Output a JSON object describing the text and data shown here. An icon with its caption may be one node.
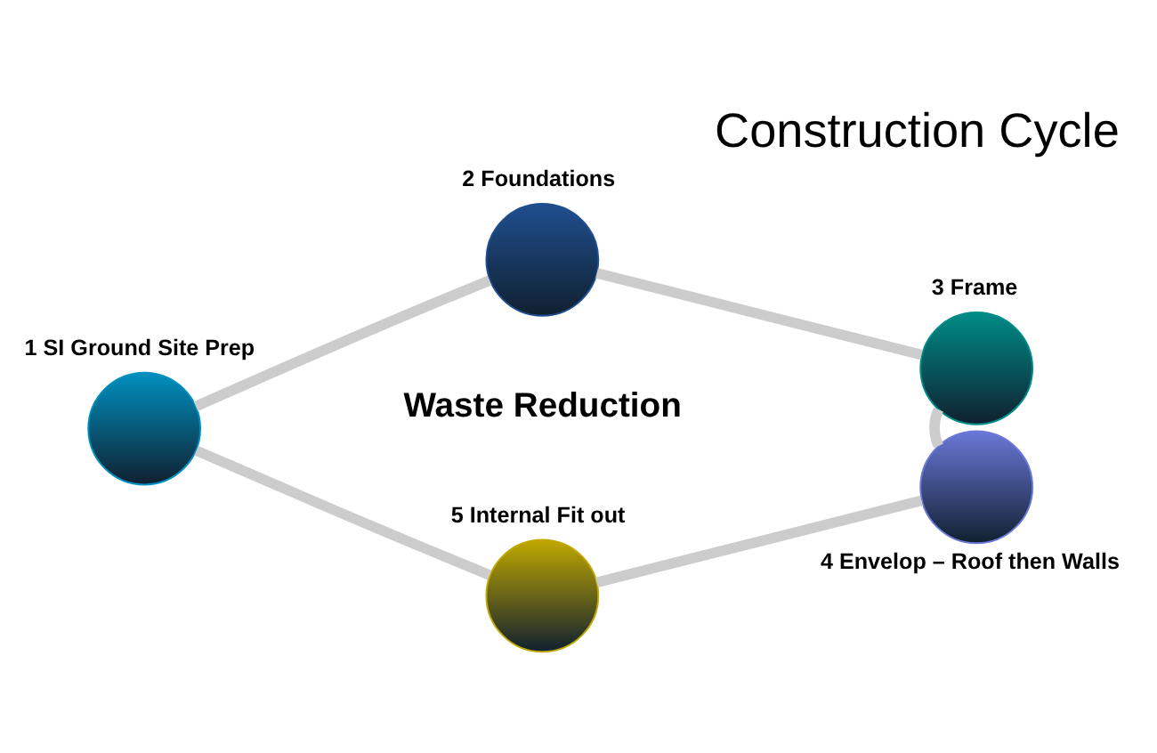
{
  "diagram": {
    "title": "Construction Cycle",
    "nodes": [
      {
        "text": [],
        "shape": "circle",
        "beside": [
          "1 SI Ground Site Prep"
        ]
      },
      {
        "text": [],
        "shape": "circle",
        "beside": [
          "2 Foundations"
        ]
      },
      {
        "text": [],
        "shape": "circle",
        "beside": [
          "3 Frame"
        ]
      },
      {
        "text": [],
        "shape": "circle",
        "beside": [
          "4 Envelop – Roof then Walls"
        ]
      },
      {
        "text": [],
        "shape": "circle",
        "beside": [
          "5 Internal Fit out"
        ]
      }
    ],
    "edges": [
      {
        "from": 0,
        "to": 1,
        "arrow": "none"
      },
      {
        "from": 1,
        "to": 2,
        "arrow": "none"
      },
      {
        "from": 2,
        "to": 3,
        "arrow": "none"
      },
      {
        "from": 3,
        "to": 4,
        "arrow": "none"
      },
      {
        "from": 4,
        "to": 0,
        "arrow": "none"
      }
    ],
    "labels": [
      "Waste Reduction"
    ]
  }
}
